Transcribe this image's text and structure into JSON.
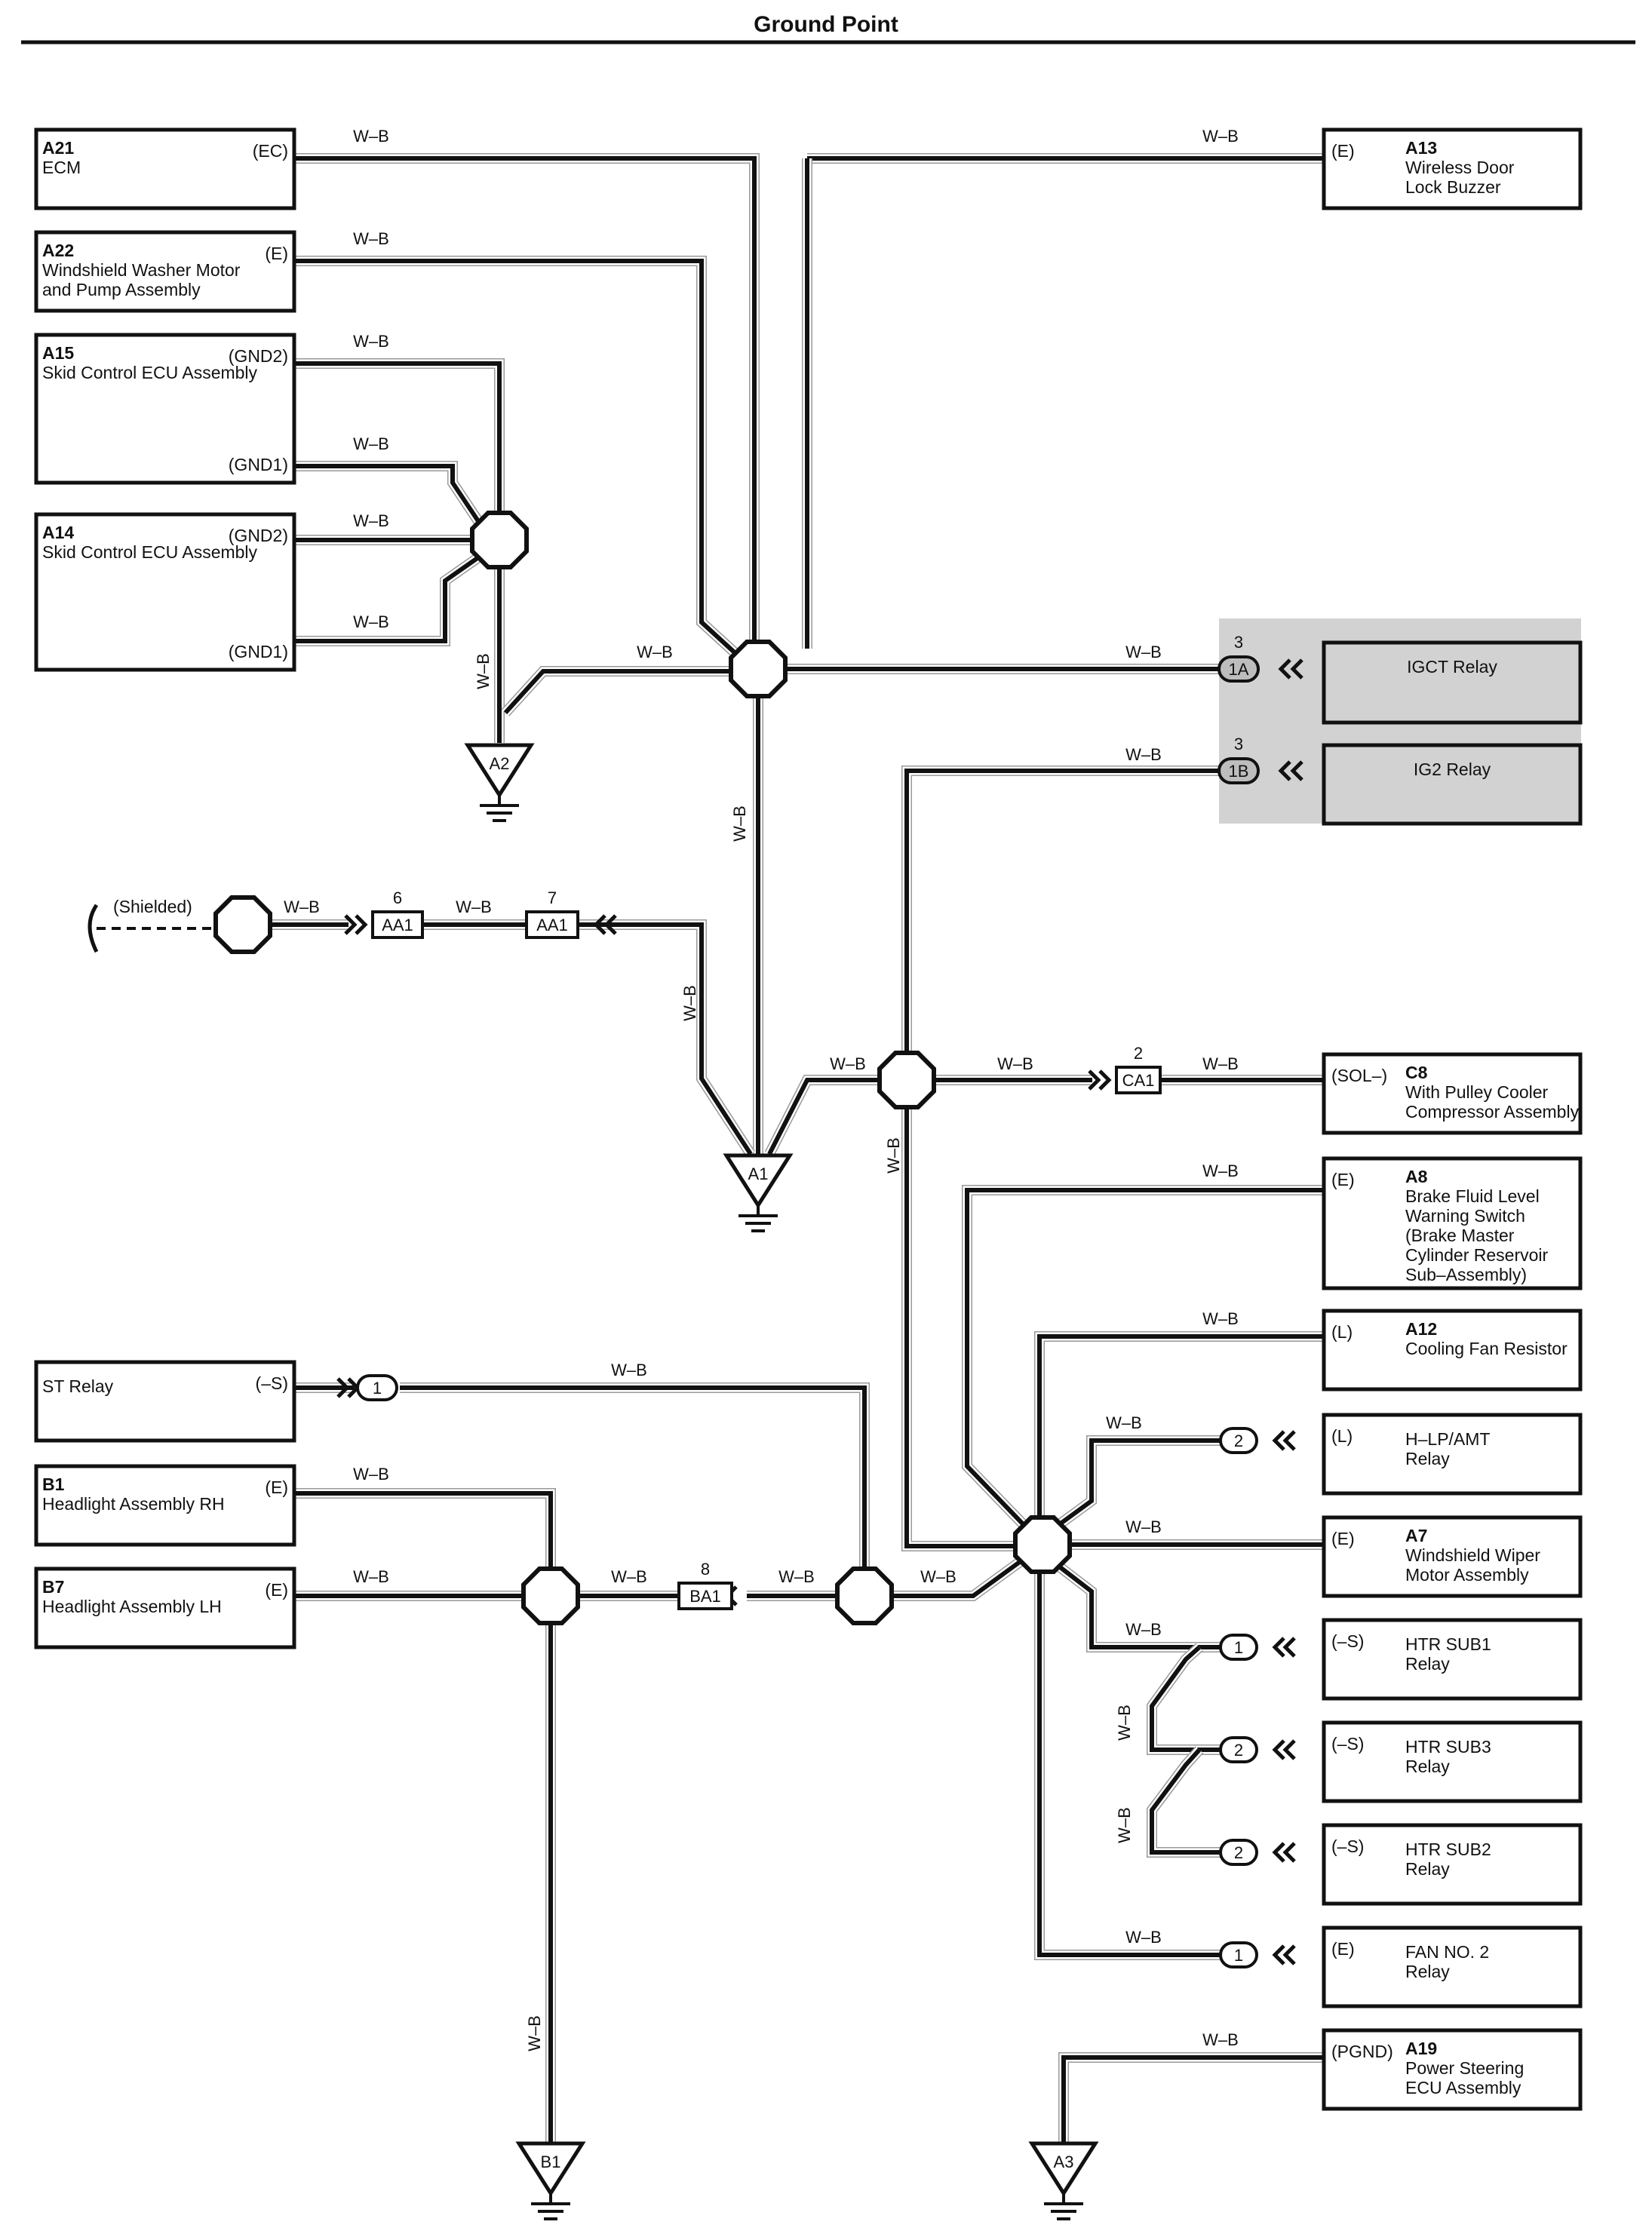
{
  "title": "Ground Point",
  "wire_color": "W–B",
  "shield_label": "(Shielded)",
  "components": [
    {
      "id": "A21",
      "code": "A21",
      "name": [
        "ECM"
      ],
      "pin": "(EC)"
    },
    {
      "id": "A22",
      "code": "A22",
      "name": [
        "Windshield Washer Motor",
        "and Pump Assembly"
      ],
      "pin": "(E)"
    },
    {
      "id": "A15",
      "code": "A15",
      "name": [
        "Skid Control ECU Assembly"
      ],
      "pin": "(GND2)",
      "pin2": "(GND1)"
    },
    {
      "id": "A14",
      "code": "A14",
      "name": [
        "Skid Control ECU Assembly"
      ],
      "pin": "(GND2)",
      "pin2": "(GND1)"
    },
    {
      "id": "A13",
      "code": "A13",
      "name": [
        "Wireless Door",
        "Lock Buzzer"
      ],
      "pin": "(E)"
    },
    {
      "id": "IGCT",
      "code": "",
      "name": [
        "IGCT Relay"
      ],
      "pin": ""
    },
    {
      "id": "IG2",
      "code": "",
      "name": [
        "IG2 Relay"
      ],
      "pin": ""
    },
    {
      "id": "C8",
      "code": "C8",
      "name": [
        "With Pulley Cooler",
        "Compressor Assembly"
      ],
      "pin": "(SOL–)"
    },
    {
      "id": "A8",
      "code": "A8",
      "name": [
        "Brake Fluid Level",
        "Warning Switch",
        "(Brake Master",
        " Cylinder Reservoir",
        " Sub–Assembly)"
      ],
      "pin": "(E)"
    },
    {
      "id": "A12",
      "code": "A12",
      "name": [
        "Cooling Fan Resistor"
      ],
      "pin": "(L)"
    },
    {
      "id": "HLP",
      "code": "",
      "name": [
        "H–LP/AMT",
        "Relay"
      ],
      "pin": "(L)"
    },
    {
      "id": "A7",
      "code": "A7",
      "name": [
        "Windshield Wiper",
        "Motor Assembly"
      ],
      "pin": "(E)"
    },
    {
      "id": "HTR1",
      "code": "",
      "name": [
        "HTR SUB1",
        "Relay"
      ],
      "pin": "(–S)"
    },
    {
      "id": "HTR3",
      "code": "",
      "name": [
        "HTR SUB3",
        "Relay"
      ],
      "pin": "(–S)"
    },
    {
      "id": "HTR2",
      "code": "",
      "name": [
        "HTR SUB2",
        "Relay"
      ],
      "pin": "(–S)"
    },
    {
      "id": "FAN2",
      "code": "",
      "name": [
        "FAN NO. 2",
        "Relay"
      ],
      "pin": "(E)"
    },
    {
      "id": "A19",
      "code": "A19",
      "name": [
        "Power Steering",
        "ECU Assembly"
      ],
      "pin": "(PGND)"
    },
    {
      "id": "ST",
      "code": "",
      "name": [
        "ST Relay"
      ],
      "pin": "(–S)"
    },
    {
      "id": "B1",
      "code": "B1",
      "name": [
        "Headlight Assembly RH"
      ],
      "pin": "(E)"
    },
    {
      "id": "B7",
      "code": "B7",
      "name": [
        "Headlight Assembly LH"
      ],
      "pin": "(E)"
    }
  ],
  "connectors": [
    {
      "id": "1A",
      "label": "1A",
      "pin": "3"
    },
    {
      "id": "1B",
      "label": "1B",
      "pin": "3"
    },
    {
      "id": "AA1a",
      "label": "AA1",
      "pin": "6"
    },
    {
      "id": "AA1b",
      "label": "AA1",
      "pin": "7"
    },
    {
      "id": "CA1",
      "label": "CA1",
      "pin": "2"
    },
    {
      "id": "BA1",
      "label": "BA1",
      "pin": "8"
    },
    {
      "id": "ST1",
      "label": "1",
      "pin": ""
    },
    {
      "id": "HLP2",
      "label": "2",
      "pin": ""
    },
    {
      "id": "HTR1c",
      "label": "1",
      "pin": ""
    },
    {
      "id": "HTR3c",
      "label": "2",
      "pin": ""
    },
    {
      "id": "HTR2c",
      "label": "2",
      "pin": ""
    },
    {
      "id": "FAN1c",
      "label": "1",
      "pin": ""
    }
  ],
  "grounds": [
    {
      "id": "A2",
      "label": "A2"
    },
    {
      "id": "A1",
      "label": "A1"
    },
    {
      "id": "B1g",
      "label": "B1"
    },
    {
      "id": "A3",
      "label": "A3"
    }
  ],
  "colors": {
    "wire": "#111111",
    "wire_outline": "#999999",
    "relay_shade": "#d2d2d2",
    "line": "#111111"
  }
}
